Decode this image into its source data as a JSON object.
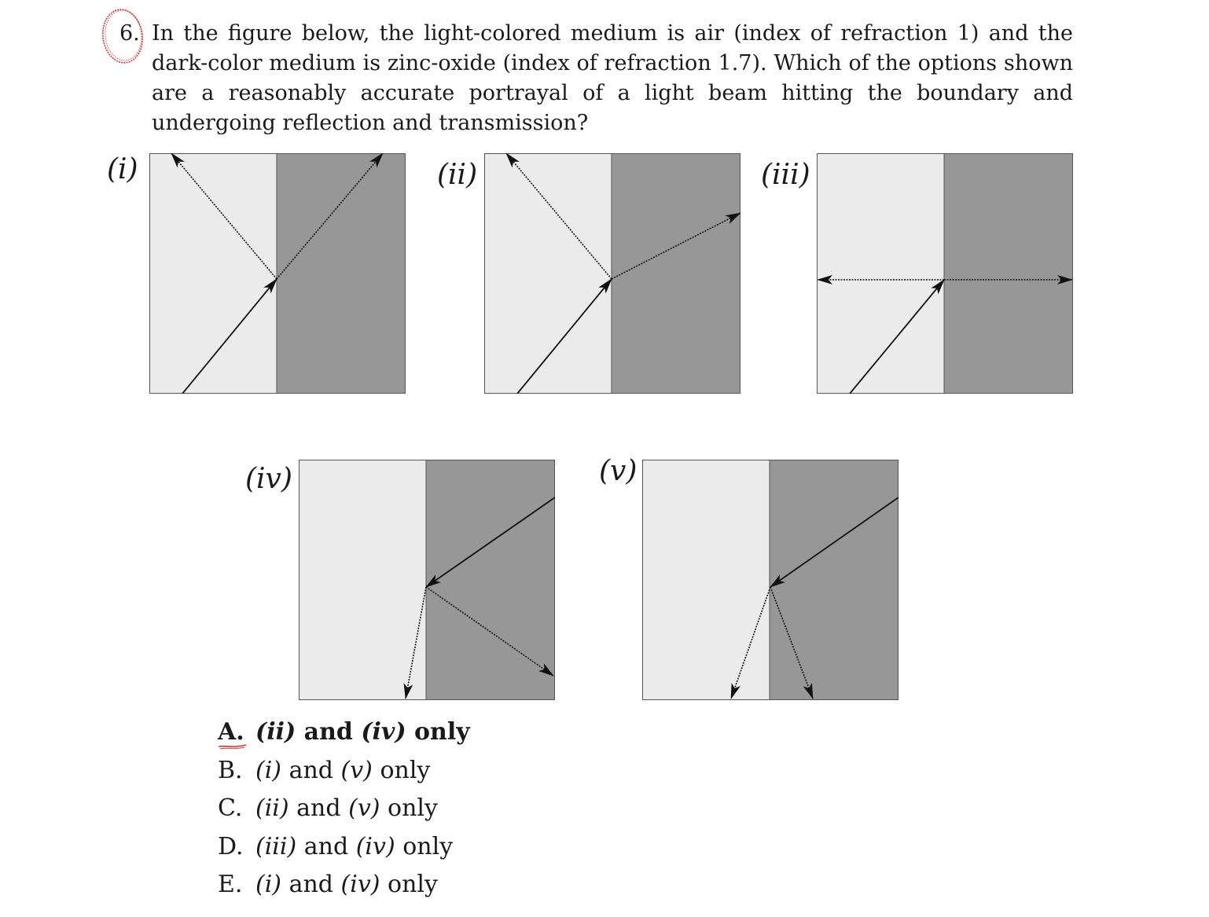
{
  "question": {
    "number": "6.",
    "text": "In the figure below, the light-colored medium is air (index of refraction 1) and the dark-color medium is zinc-oxide (index of refraction 1.7). Which of the options shown are a reasonably accurate portrayal of a light beam hitting the boundary and undergoing reflection and transmission?"
  },
  "panels": [
    {
      "label": "(i)"
    },
    {
      "label": "(ii)"
    },
    {
      "label": "(iii)"
    },
    {
      "label": "(iv)"
    },
    {
      "label": "(v)"
    }
  ],
  "answers": [
    {
      "letter": "A.",
      "p1": "(ii)",
      "mid": "and",
      "p2": "(iv)",
      "tail": "only",
      "selected": true
    },
    {
      "letter": "B.",
      "p1": "(i)",
      "mid": "and",
      "p2": "(v)",
      "tail": "only",
      "selected": false
    },
    {
      "letter": "C.",
      "p1": "(ii)",
      "mid": "and",
      "p2": "(v)",
      "tail": "only",
      "selected": false
    },
    {
      "letter": "D.",
      "p1": "(iii)",
      "mid": "and",
      "p2": "(iv)",
      "tail": "only",
      "selected": false
    },
    {
      "letter": "E.",
      "p1": "(i)",
      "mid": "and",
      "p2": "(iv)",
      "tail": "only",
      "selected": false
    }
  ],
  "colors": {
    "air": "#ebebeb",
    "zinc_oxide": "#979797",
    "border": "#555555",
    "ray": "#111111",
    "annotation_red": "#d9343a"
  }
}
